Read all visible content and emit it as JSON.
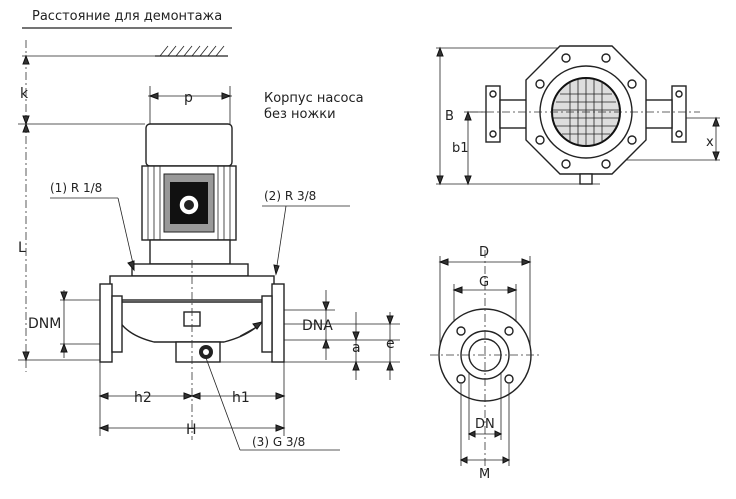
{
  "labels": {
    "dismount_distance": "Расстояние для демонтажа",
    "housing_line1": "Корпус насоса",
    "housing_line2": "без ножки",
    "p": "p",
    "k": "k",
    "L": "L",
    "port1": "(1)  R  1/8",
    "port2": "(2)  R  3/8",
    "port3": "(3)  G  3/8",
    "DNM": "DNM",
    "DNA": "DNA",
    "a": "a",
    "e": "e",
    "h2": "h2",
    "h1": "h1",
    "H": "H",
    "B": "B",
    "b1": "b1",
    "x": "x",
    "D": "D",
    "G": "G",
    "DN": "DN",
    "M": "M"
  }
}
